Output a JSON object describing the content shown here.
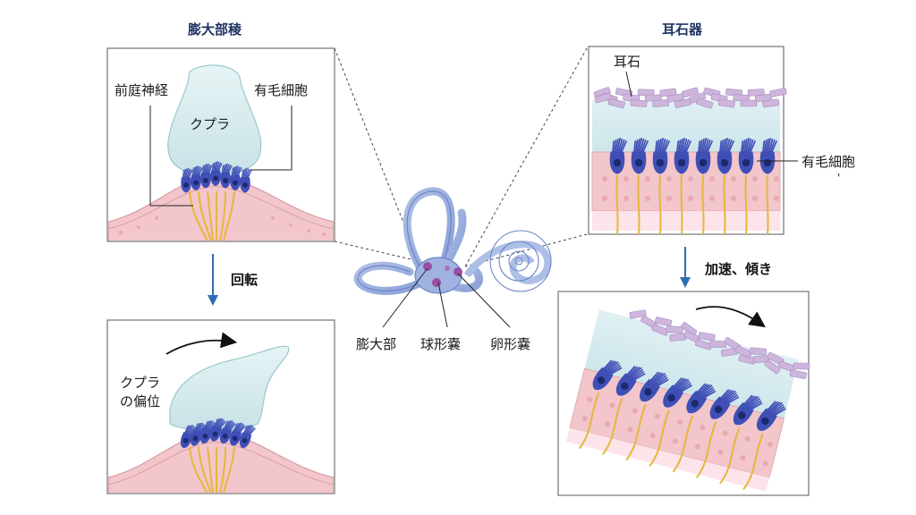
{
  "titles": {
    "crista": "膨大部稜",
    "otolith_organ": "耳石器"
  },
  "crista_panel": {
    "nerve_label": "前庭神経",
    "hair_cell_label": "有毛細胞",
    "cupula_label": "クプラ"
  },
  "crista_action": "回転",
  "crista_deflected": {
    "cupula_deflection_label": "クプラ\nの偏位"
  },
  "otolith_panel": {
    "otolith_label": "耳石",
    "hair_cell_label": "有毛細胞",
    "stray_mark": "'"
  },
  "otolith_action": "加速、傾き",
  "inner_ear": {
    "ampulla_label": "膨大部",
    "saccule_label": "球形嚢",
    "utricle_label": "卵形嚢"
  },
  "colors": {
    "title": "#1d3461",
    "action_arrow": "#2f6db5",
    "cupula": "#d4ebee",
    "hair_cell": "#3f4fb6",
    "nucleus": "#1b2a6e",
    "nerve": "#e6b73a",
    "epithelium": "#f2c6cb",
    "otoconia": "#cdb5dc"
  }
}
